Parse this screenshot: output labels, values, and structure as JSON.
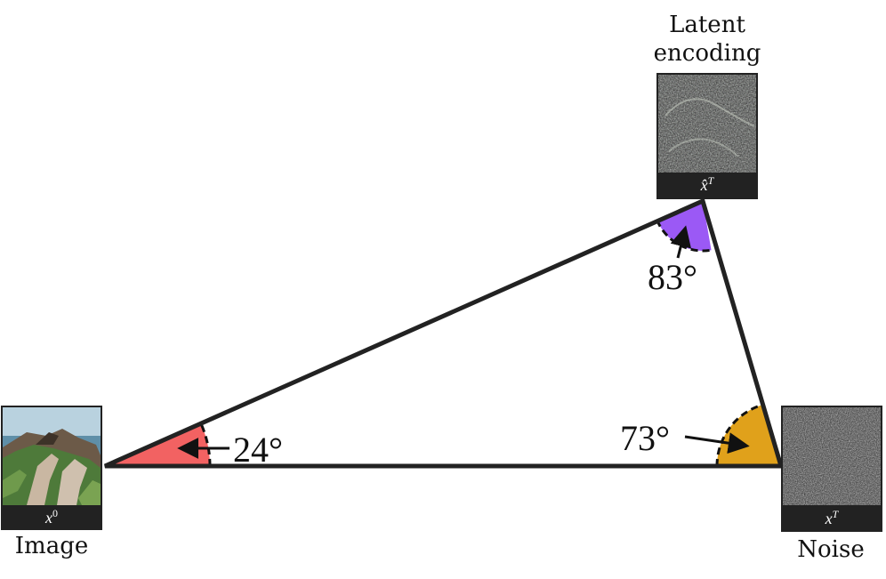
{
  "colors": {
    "edge": "#222222",
    "image_angle": "#f26262",
    "latent_angle": "#9b59f5",
    "noise_angle": "#e0a11b",
    "caption_bar": "#222222"
  },
  "nodes": {
    "image": {
      "label": "Image",
      "math_var": "x",
      "math_sup": "0"
    },
    "latent": {
      "label_line1": "Latent",
      "label_line2": "encoding",
      "math_var": "x̂",
      "math_sup": "T"
    },
    "noise": {
      "label": "Noise",
      "math_var": "x",
      "math_sup": "T"
    }
  },
  "angles": {
    "image": "24°",
    "latent": "83°",
    "noise": "73°"
  }
}
